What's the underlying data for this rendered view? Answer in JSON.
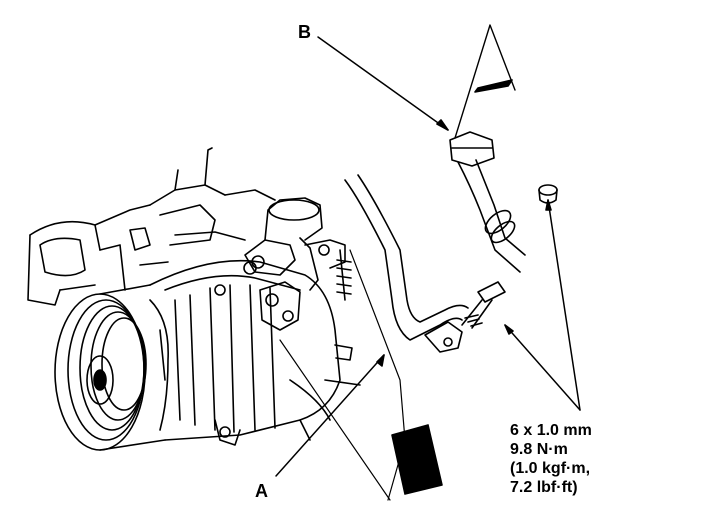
{
  "callouts": {
    "a": "A",
    "b": "B"
  },
  "spec": {
    "bolt_size": "6 x 1.0 mm",
    "torque_nm": "9.8 N·m",
    "torque_kgfm": "(1.0 kgf·m,",
    "torque_lbfft": "7.2 lbf·ft)"
  },
  "colors": {
    "line": "#000000",
    "background": "#ffffff"
  }
}
